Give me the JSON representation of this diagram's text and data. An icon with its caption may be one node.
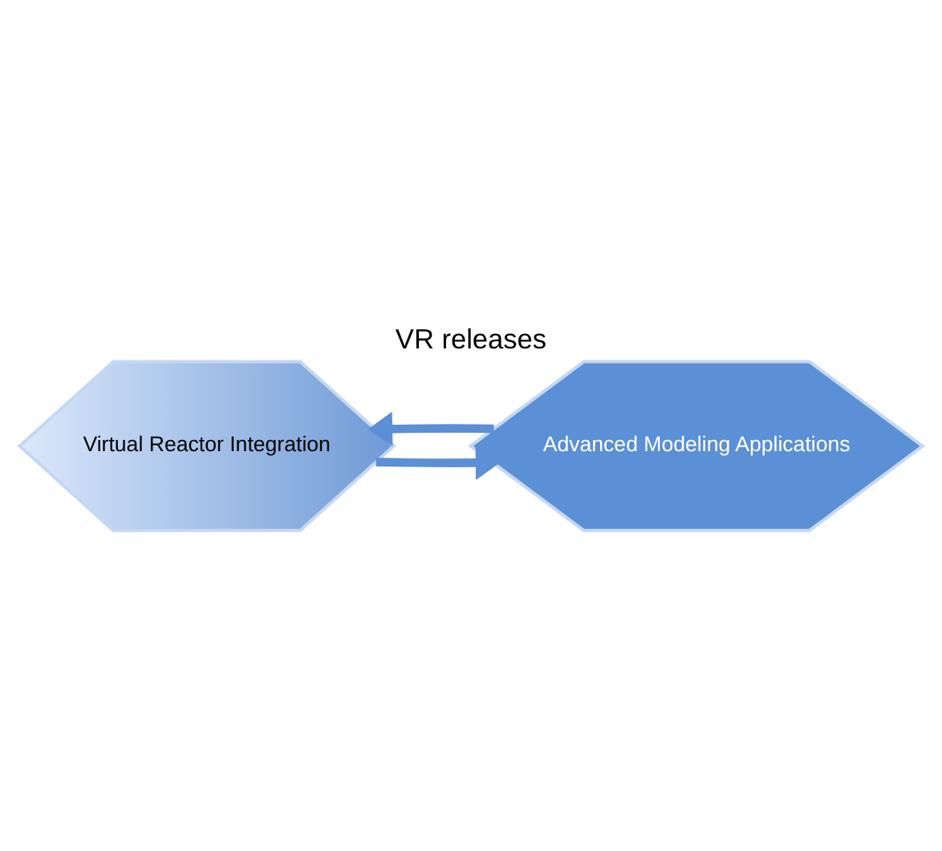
{
  "diagram": {
    "title": "VR releases",
    "nodes": [
      {
        "text": [
          "Virtual Reactor Integration"
        ]
      },
      {
        "text": [
          "Advanced Modeling Applications"
        ]
      }
    ],
    "edges": [
      {
        "from": 0,
        "to": 1,
        "arrow": "to"
      },
      {
        "from": 1,
        "to": 0,
        "arrow": "to"
      }
    ]
  }
}
